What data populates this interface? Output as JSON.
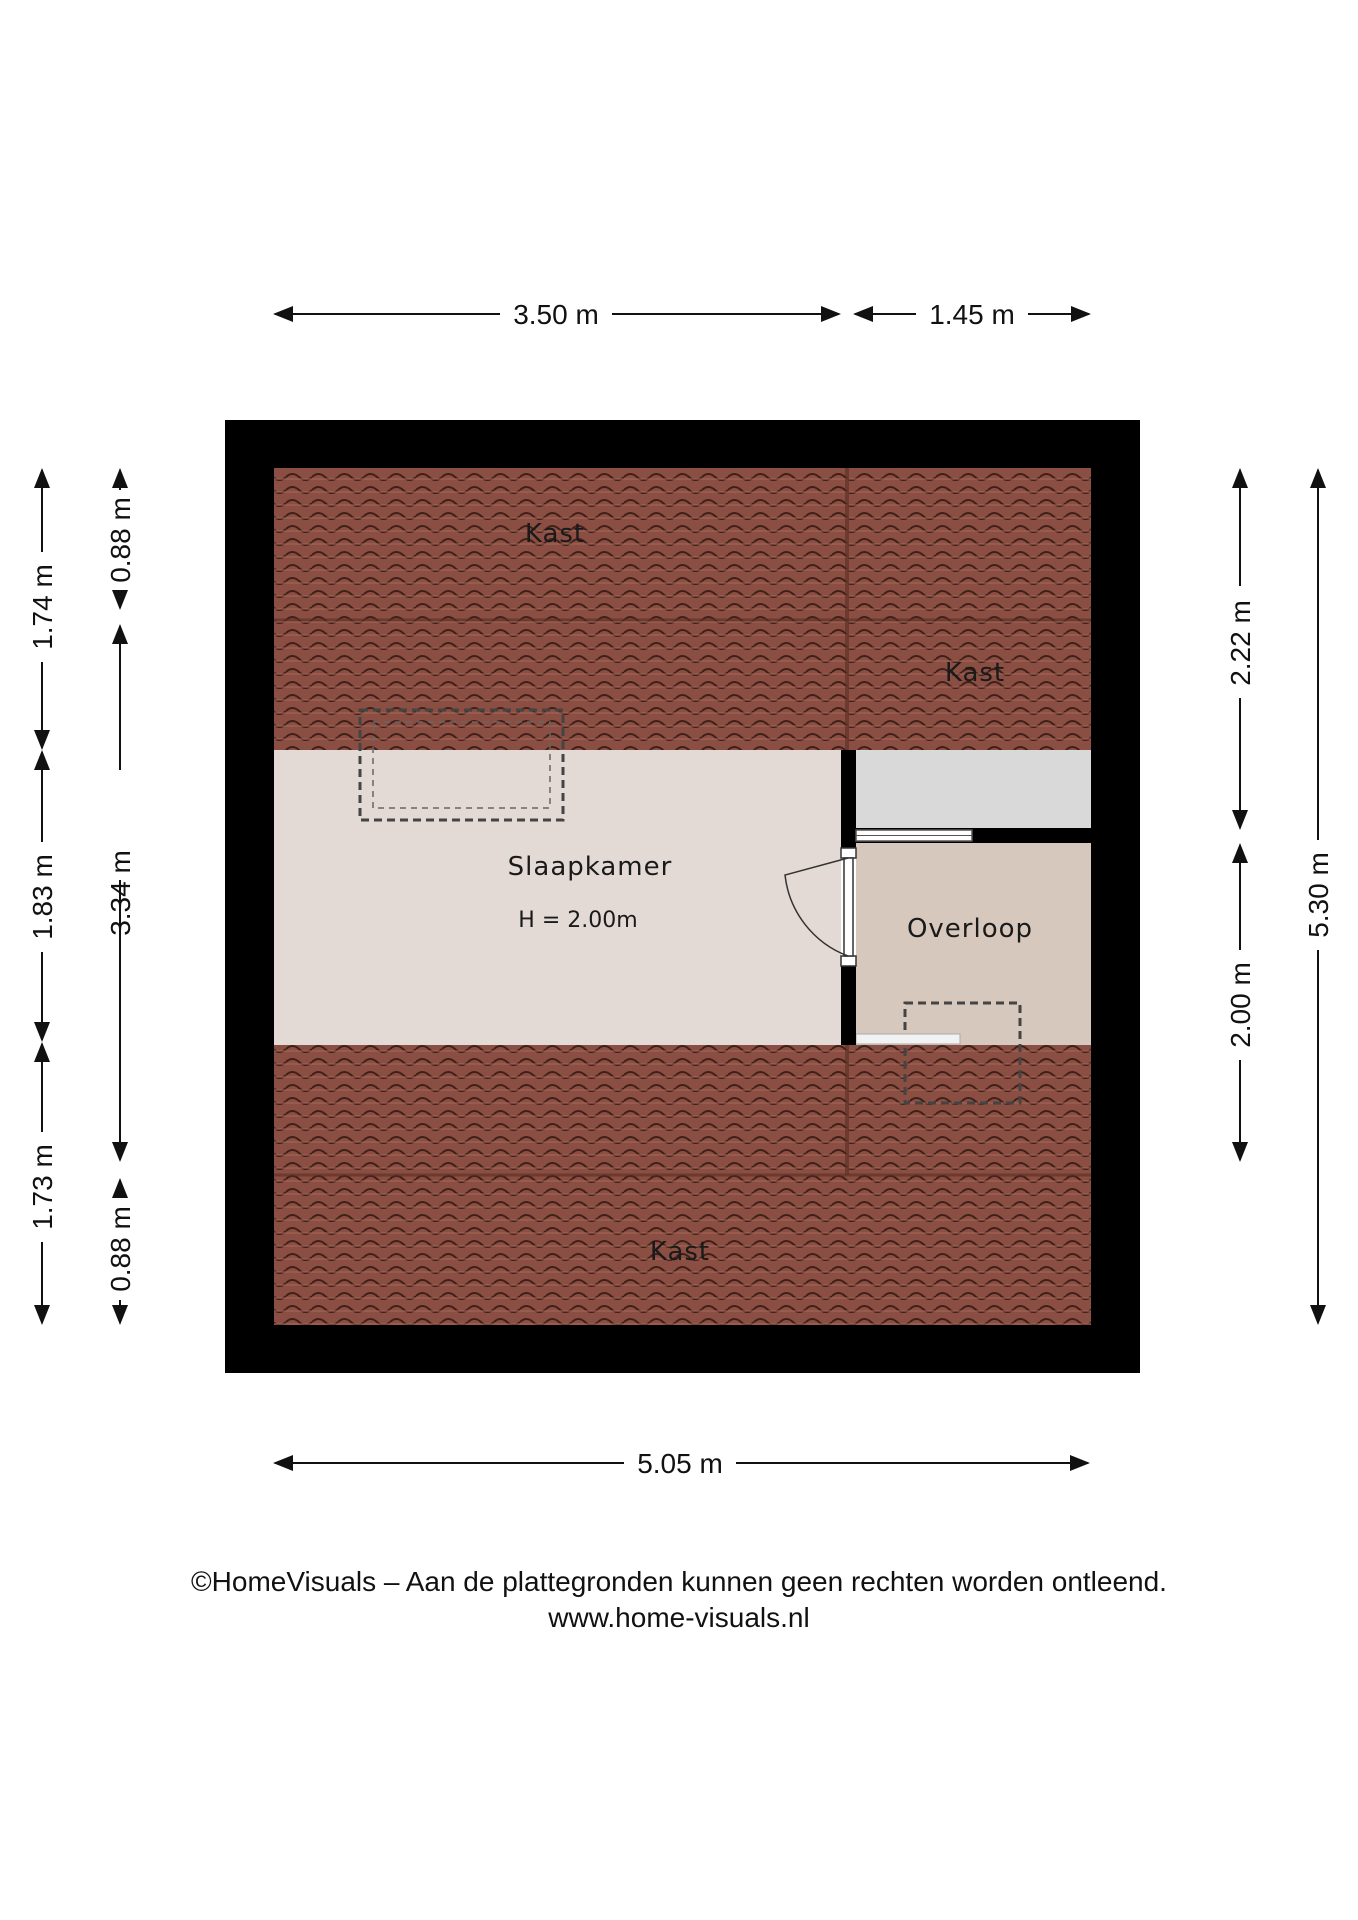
{
  "floor_plan": {
    "rooms": {
      "kast_top_left": "Kast",
      "kast_top_right": "Kast",
      "kast_bottom": "Kast",
      "slaapkamer": "Slaapkamer",
      "slaapkamer_height": "H = 2.00m",
      "overloop": "Overloop"
    },
    "dimensions": {
      "top_left": "3.50 m",
      "top_right": "1.45 m",
      "bottom": "5.05 m",
      "left_outer_top": "1.74 m",
      "left_outer_mid": "1.83 m",
      "left_outer_bottom": "1.73 m",
      "left_inner_top": "0.88 m",
      "left_inner_mid": "3.34 m",
      "left_inner_bottom": "0.88 m",
      "right_inner_top": "2.22 m",
      "right_inner_bottom": "2.00 m",
      "right_outer": "5.30 m"
    },
    "colors": {
      "wall": "#000000",
      "roof_tiles": "#8a4e42",
      "slaapkamer_floor": "#e3dad6",
      "overloop_floor": "#d6c8bd",
      "storage_floor": "#d9d9d9"
    }
  },
  "footer": {
    "copyright": "©HomeVisuals – Aan de plattegronden kunnen geen rechten worden ontleend.",
    "website": "www.home-visuals.nl"
  }
}
